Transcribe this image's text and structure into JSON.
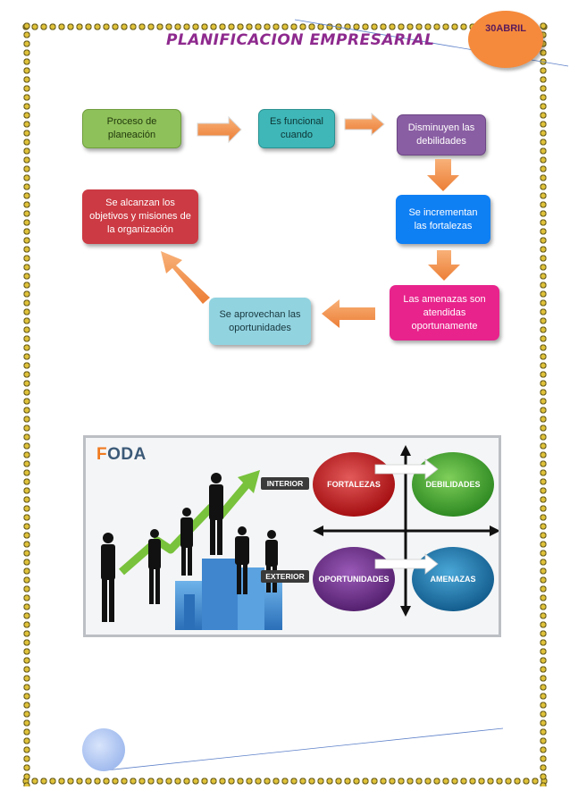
{
  "header": {
    "title": "PLANIFICACION EMPRESARIAL",
    "date": "30ABRIL"
  },
  "flow": {
    "steps": [
      "Proceso de planeación",
      "Es funcional cuando",
      "Disminuyen las debilidades",
      "Se incrementan las fortalezas",
      "Las amenazas son atendidas oportunamente",
      "Se aprovechan las oportunidades",
      "Se alcanzan los objetivos y misiones de la organización"
    ],
    "colors": {
      "green": "#8fc15a",
      "teal": "#3fb7b8",
      "purple": "#8a5ea3",
      "blue": "#0f7ff4",
      "magenta": "#e8238c",
      "lightblue": "#92d3e0",
      "red": "#cc3a43",
      "arrow": "#f5a05a"
    }
  },
  "foda": {
    "title_f": "F",
    "title_rest": "ODA",
    "interior": "INTERIOR",
    "exterior": "EXTERIOR",
    "quadrants": {
      "fortalezas": "FORTALEZAS",
      "debilidades": "DEBILIDADES",
      "oportunidades": "OPORTUNIDADES",
      "amenazas": "AMENAZAS"
    }
  }
}
